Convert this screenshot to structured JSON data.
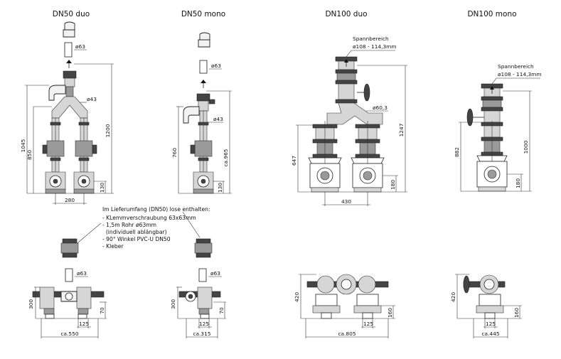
{
  "titles": {
    "dn50_duo": "DN50 duo",
    "dn50_mono": "DN50 mono",
    "dn100_duo": "DN100 duo",
    "dn100_mono": "DN100 mono"
  },
  "dims": {
    "d63": "ø63",
    "d43": "ø43",
    "d60_3": "ø60,3",
    "spannbereich": "Spannbereich",
    "spann_range": "ø108 - 114,3mm",
    "h1045": "1045",
    "h1200": "1200",
    "h850": "850",
    "h130": "130",
    "w280": "280",
    "h760": "760",
    "h_ca965": "ca.965",
    "h647": "647",
    "h1247": "1247",
    "h180": "180",
    "w430": "430",
    "h882": "882",
    "h1000": "1000",
    "h300": "300",
    "h70": "70",
    "w125": "125",
    "w_ca550": "ca.550",
    "w_ca315": "ca.315",
    "h420": "420",
    "h160": "160",
    "w_ca805": "ca.805",
    "w_ca445": "ca.445"
  },
  "note": {
    "heading": "Im Lieferumfang (DN50) lose enthalten:",
    "items": [
      "- KLemmverschraubung 63x63mm",
      "- 1,5m Rohr ø63mm",
      "  (individuell ablängbar)",
      "- 90° Winkel PVC-U DN50",
      "- Kleber"
    ]
  }
}
